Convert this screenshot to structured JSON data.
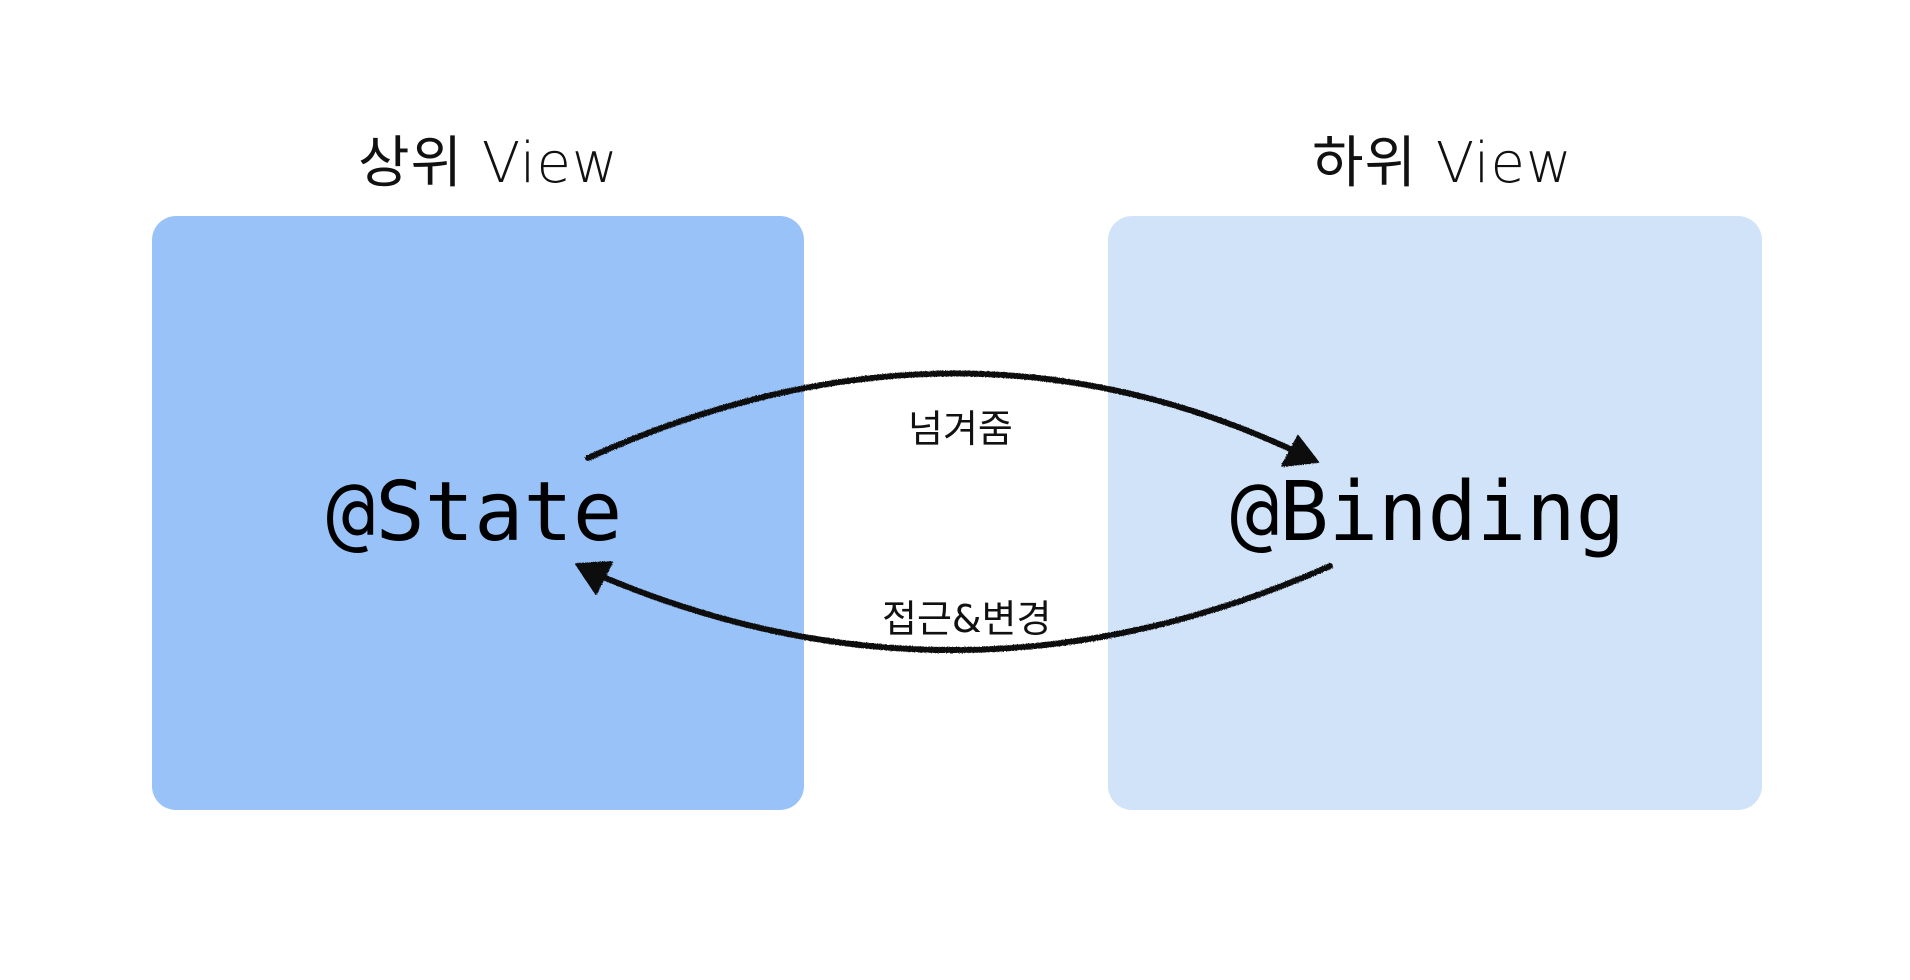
{
  "parent_view": {
    "title": "상위 View",
    "code": "@State",
    "fill": "#99c2f8"
  },
  "child_view": {
    "title": "하위 View",
    "code": "@Binding",
    "fill": "#d0e3f9"
  },
  "arrows": {
    "pass_label": "넘겨줌",
    "access_label": "접근&변경"
  }
}
